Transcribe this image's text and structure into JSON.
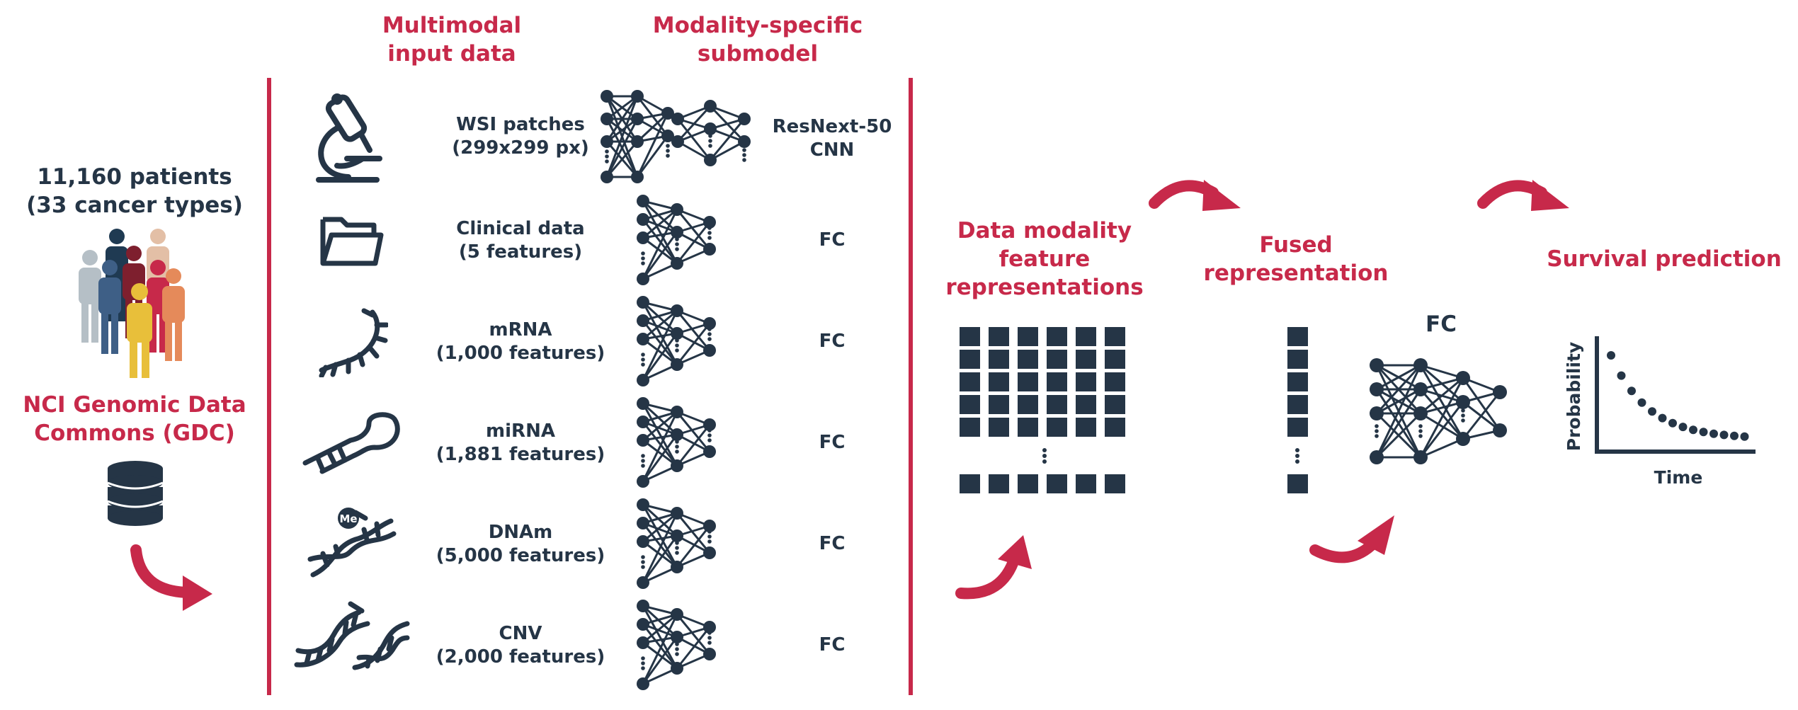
{
  "headers": {
    "input_line1": "Multimodal",
    "input_line2": "input data",
    "submodel_line1": "Modality-specific",
    "submodel_line2": "submodel"
  },
  "patients": {
    "line1": "11,160 patients",
    "line2": "(33 cancer types)"
  },
  "source": {
    "line1": "NCI Genomic Data",
    "line2": "Commons (GDC)"
  },
  "modalities": [
    {
      "name": "WSI patches",
      "detail": "(299x299 px)",
      "model_line1": "ResNext-50",
      "model_line2": "CNN",
      "icon": "microscope-icon"
    },
    {
      "name": "Clinical data",
      "detail": "(5 features)",
      "model_line1": "FC",
      "model_line2": "",
      "icon": "folder-icon"
    },
    {
      "name": "mRNA",
      "detail": "(1,000 features)",
      "model_line1": "FC",
      "model_line2": "",
      "icon": "mrna-strand-icon"
    },
    {
      "name": "miRNA",
      "detail": "(1,881 features)",
      "model_line1": "FC",
      "model_line2": "",
      "icon": "mirna-hairpin-icon"
    },
    {
      "name": "DNAm",
      "detail": "(5,000 features)",
      "model_line1": "FC",
      "model_line2": "",
      "icon": "methylated-dna-icon"
    },
    {
      "name": "CNV",
      "detail": "(2,000 features)",
      "model_line1": "FC",
      "model_line2": "",
      "icon": "dna-copies-icon"
    }
  ],
  "methyl_badge": "Me",
  "stages": {
    "feature_line1": "Data modality",
    "feature_line2": "feature",
    "feature_line3": "representations",
    "fused_line1": "Fused",
    "fused_line2": "representation",
    "fc_label": "FC",
    "survival": "Survival prediction"
  },
  "survival_plot": {
    "ylabel": "Probability",
    "xlabel": "Time"
  },
  "colors": {
    "accent": "#c7294a",
    "navy": "#253546",
    "people": [
      "#b5bfc6",
      "#1f3a52",
      "#7e1f2e",
      "#e3bfa6",
      "#3e5f86",
      "#c7294a",
      "#e58a5a",
      "#e8bf3a"
    ]
  }
}
